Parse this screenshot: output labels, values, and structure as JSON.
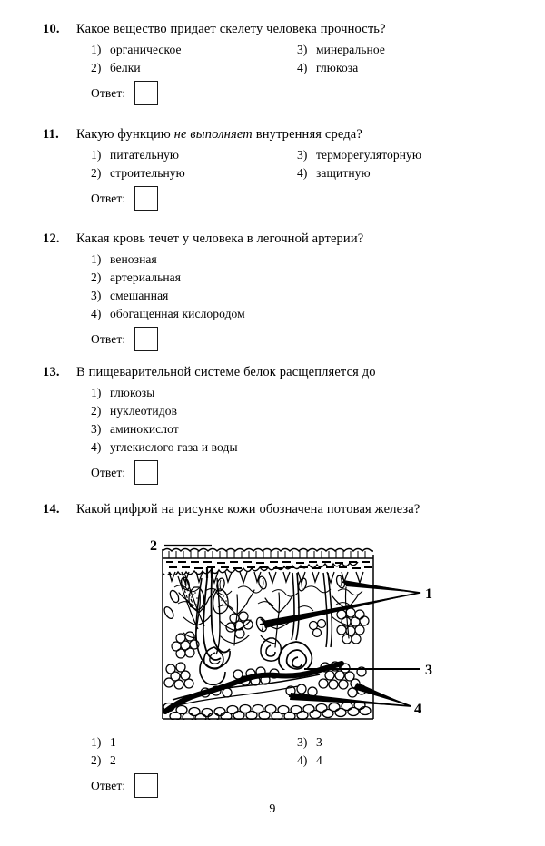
{
  "page": {
    "number": "9",
    "answer_label": "Ответ:"
  },
  "questions": [
    {
      "number": "10.",
      "text_before": "Какое вещество придает скелету человека прочность?",
      "italic": "",
      "text_after": "",
      "layout": "two-column",
      "options": [
        {
          "marker": "1)",
          "label": "органическое"
        },
        {
          "marker": "2)",
          "label": "белки"
        },
        {
          "marker": "3)",
          "label": "минеральное"
        },
        {
          "marker": "4)",
          "label": "глюкоза"
        }
      ],
      "answer_value": ""
    },
    {
      "number": "11.",
      "text_before": "Какую функцию ",
      "italic": "не выполняет",
      "text_after": " внутренняя среда?",
      "layout": "two-column",
      "options": [
        {
          "marker": "1)",
          "label": "питательную"
        },
        {
          "marker": "2)",
          "label": "строительную"
        },
        {
          "marker": "3)",
          "label": "терморегуляторную"
        },
        {
          "marker": "4)",
          "label": "защитную"
        }
      ],
      "answer_value": ""
    },
    {
      "number": "12.",
      "text_before": "Какая кровь течет у человека в легочной артерии?",
      "italic": "",
      "text_after": "",
      "layout": "stack",
      "options": [
        {
          "marker": "1)",
          "label": "венозная"
        },
        {
          "marker": "2)",
          "label": "артериальная"
        },
        {
          "marker": "3)",
          "label": "смешанная"
        },
        {
          "marker": "4)",
          "label": "обогащенная кислородом"
        }
      ],
      "answer_value": ""
    },
    {
      "number": "13.",
      "text_before": "В пищеварительной системе белок расщепляется до",
      "italic": "",
      "text_after": "",
      "layout": "stack",
      "options": [
        {
          "marker": "1)",
          "label": "глюкозы"
        },
        {
          "marker": "2)",
          "label": "нуклеотидов"
        },
        {
          "marker": "3)",
          "label": "аминокислот"
        },
        {
          "marker": "4)",
          "label": "углекислого газа и воды"
        }
      ],
      "answer_value": ""
    },
    {
      "number": "14.",
      "text_before": "Какой цифрой на рисунке кожи обозначена потовая железа?",
      "italic": "",
      "text_after": "",
      "layout": "two-column",
      "options": [
        {
          "marker": "1)",
          "label": "1"
        },
        {
          "marker": "2)",
          "label": "2"
        },
        {
          "marker": "3)",
          "label": "3"
        },
        {
          "marker": "4)",
          "label": "4"
        }
      ],
      "answer_value": ""
    }
  ],
  "figure": {
    "name": "skin-cross-section-diagram",
    "callouts": [
      {
        "id": "2",
        "label": "2",
        "position": "top-left"
      },
      {
        "id": "1",
        "label": "1",
        "position": "right-upper"
      },
      {
        "id": "3",
        "label": "3",
        "position": "right-middle"
      },
      {
        "id": "4",
        "label": "4",
        "position": "right-lower"
      }
    ]
  }
}
